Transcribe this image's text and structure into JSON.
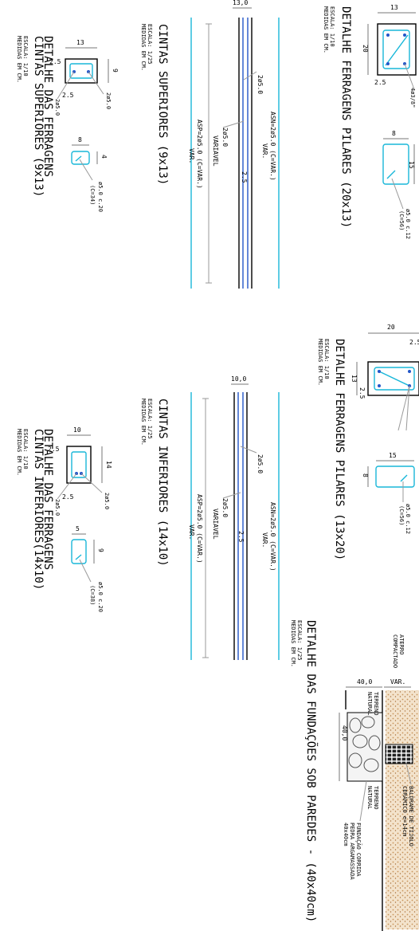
{
  "colors": {
    "stirrup": "#19b7d9",
    "bar": "#2356c8",
    "outline": "#000000",
    "dimension": "#777777",
    "soil": "#c8955a"
  },
  "pilares_20x13": {
    "title": "DETALHE FERRAGENS PILARES (20x13)",
    "scale": "ESCALA: 1/10",
    "units": "MEDIDAS EM CM.",
    "dim_top": "13",
    "dim_side": "20",
    "dim_cover": "2.5",
    "bars": "4ø3/8\"",
    "stirrup_w": "8",
    "stirrup_h": "15",
    "stirrup_spec": "ø5.0 c.12",
    "stirrup_len": "(C=56)"
  },
  "cintas_sup_long": {
    "title": "CINTAS SUPERIORES (9x13)",
    "scale": "ESCALA: 1/25",
    "units": "MEDIDAS EM CM.",
    "width": "13,0",
    "asn": "ASN=2ø5.0 (C=VAR.)",
    "var": "VAR.",
    "bar_a": "2ø5.0",
    "bar_b": "2ø5.0",
    "variavel": "VARIAVEL",
    "asp": "ASP=2ø5.0 (C=VAR.)",
    "cover": "2.5"
  },
  "cintas_sup_det": {
    "title1": "DETALHE DAS FERRAGENS",
    "title2": "CINTAS SUPERIORES (9x13)",
    "scale": "ESCALA: 1/10",
    "units": "MEDIDAS EM CM.",
    "dim_top": "13",
    "dim_side": "9",
    "cover_a": "2.5",
    "cover_b": "2.5",
    "bar_a": "2ø5.0",
    "bar_b": "2ø5.0",
    "stirrup_w": "8",
    "stirrup_h": "4",
    "stirrup_spec": "ø5.0 c.20",
    "stirrup_len": "(C=34)"
  },
  "pilares_13x20": {
    "title": "DETALHE FERRAGENS PILARES (13x20)",
    "scale": "ESCALA: 1/10",
    "units": "MEDIDAS EM CM.",
    "dim_top": "20",
    "dim_side": "13",
    "cover_a": "2.5",
    "cover_b": "2.5",
    "stirrup_w": "15",
    "stirrup_h": "8",
    "stirrup_spec": "ø5.0 c.12",
    "stirrup_len": "(C=56)"
  },
  "cintas_inf_long": {
    "title": "CINTAS INFERIORES (14x10)",
    "scale": "ESCALA: 1/25",
    "units": "MEDIDAS EM CM.",
    "width": "10,0",
    "asn": "ASN=2ø5.0 (C=VAR.)",
    "var": "VAR.",
    "bar_a": "2ø5.0",
    "bar_b": "2ø5.0",
    "variavel": "VARIAVEL",
    "asp": "ASP=2ø5.0 (C=VAR.)",
    "cover": "2.5"
  },
  "cintas_inf_det": {
    "title1": "DETALHE DAS FERRAGENS",
    "title2": "CINTAS INFERIORES(14x10)",
    "scale": "ESCALA: 1/10",
    "units": "MEDIDAS EM CM.",
    "dim_top": "10",
    "dim_side": "14",
    "cover_a": "2.5",
    "cover_b": "2.5",
    "bar_a": "2ø5.0",
    "bar_b": "2ø5.0",
    "stirrup_w": "5",
    "stirrup_h": "9",
    "stirrup_spec": "ø5.0 c.20",
    "stirrup_len": "(C=38)"
  },
  "fundacoes": {
    "title": "DETALHE DAS FUNDAÇÕES SOB PAREDES - (40x40cm)",
    "scale": "ESCALA: 1/25",
    "units": "MEDIDAS EM CM.",
    "aterro1": "ATERRO",
    "aterro2": "COMPACTADO",
    "width": "40,0",
    "var": "VAR.",
    "height": "40,0",
    "terreno_a1": "TERRENO",
    "terreno_a2": "NATURAL",
    "terreno_b1": "TERRENO",
    "terreno_b2": "NATURAL",
    "baldrame1": "BALDRAME DE TIJOLO",
    "baldrame2": "CERÂMICO e=14cm",
    "fundacao1": "FUNDAÇÃO CORRIDA",
    "fundacao2": "PEDRA ARGAMASSADA",
    "fundacao3": "40x40cm"
  }
}
